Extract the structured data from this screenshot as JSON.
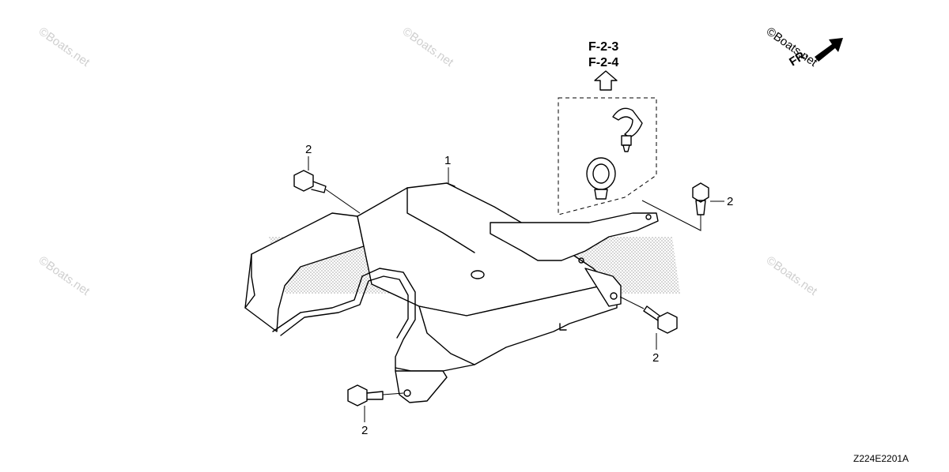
{
  "watermark": "©Boats.net",
  "front_indicator": {
    "label": "FR.",
    "arrow_icon": "arrow-up-right-icon"
  },
  "reference": {
    "lines": [
      "F-2-3",
      "F-2-4"
    ],
    "arrow_icon": "arrow-up-outline-icon"
  },
  "callouts": {
    "part_1": "1",
    "part_2_top_left": "2",
    "part_2_right": "2",
    "part_2_lower_right": "2",
    "part_2_bottom": "2"
  },
  "diagram_code": "Z224E2201A",
  "colors": {
    "line": "#000000",
    "watermark": "#cfcfcf",
    "background": "#ffffff"
  }
}
